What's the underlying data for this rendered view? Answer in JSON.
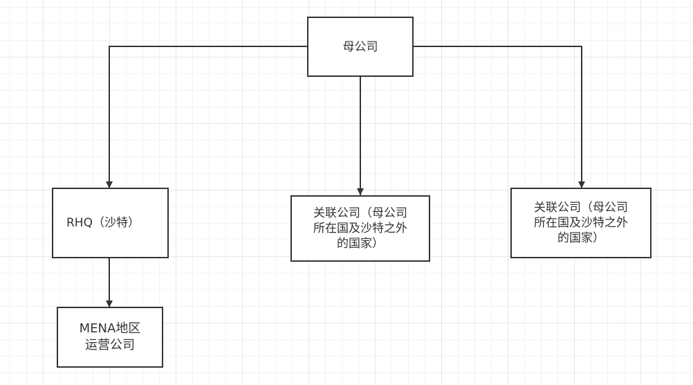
{
  "diagram": {
    "type": "org-chart",
    "colors": {
      "stroke": "#333333",
      "fill": "#ffffff",
      "text": "#333333",
      "grid": "#e6e6e6"
    },
    "nodes": [
      {
        "id": "parent",
        "label": "母公司"
      },
      {
        "id": "rhq",
        "label": "RHQ（沙特）"
      },
      {
        "id": "mena",
        "label": "MENA地区\n运营公司"
      },
      {
        "id": "affiliate1",
        "label": "关联公司（母公司\n所在国及沙特之外\n的国家）"
      },
      {
        "id": "affiliate2",
        "label": "关联公司（母公司\n所在国及沙特之外\n的国家）"
      }
    ],
    "edges": [
      {
        "from": "parent",
        "to": "rhq"
      },
      {
        "from": "parent",
        "to": "affiliate1"
      },
      {
        "from": "parent",
        "to": "affiliate2"
      },
      {
        "from": "rhq",
        "to": "mena"
      }
    ]
  }
}
